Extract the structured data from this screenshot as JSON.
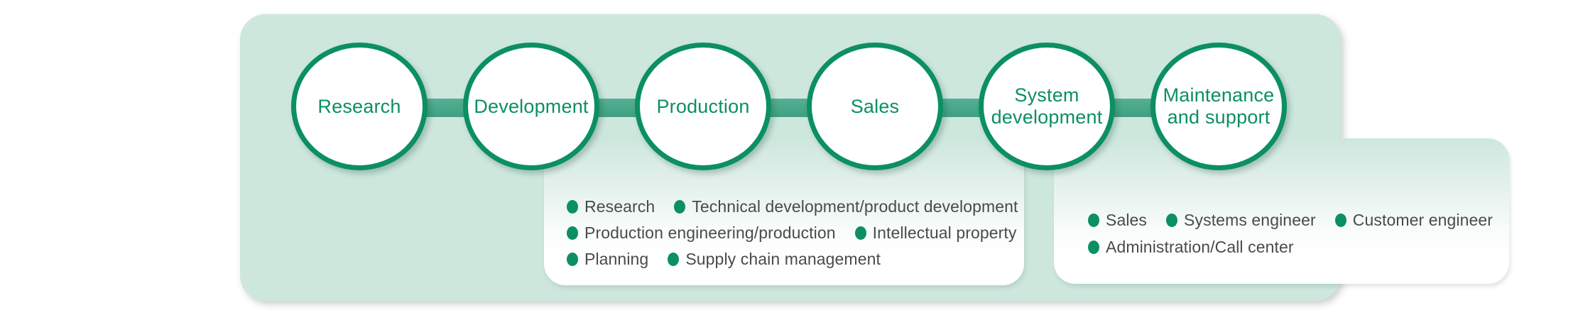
{
  "colors": {
    "page_bg": "#ffffff",
    "container_bg": "#cde7dd",
    "green": "#0b8f63",
    "connector": "#4aa88c",
    "bullet_text": "#4a4a4a"
  },
  "flow": {
    "stages": [
      {
        "label": "Research"
      },
      {
        "label": "Development"
      },
      {
        "label": "Production"
      },
      {
        "label": "Sales"
      },
      {
        "label": "System development"
      },
      {
        "label": "Maintenance and support"
      }
    ]
  },
  "panels": [
    {
      "rows": [
        [
          "Research",
          "Technical development/product development"
        ],
        [
          "Production engineering/production",
          "Intellectual property"
        ],
        [
          "Planning",
          "Supply chain management"
        ]
      ]
    },
    {
      "rows": [
        [
          "Sales",
          "Systems engineer",
          "Customer engineer"
        ],
        [
          "Administration/Call center"
        ]
      ]
    }
  ]
}
